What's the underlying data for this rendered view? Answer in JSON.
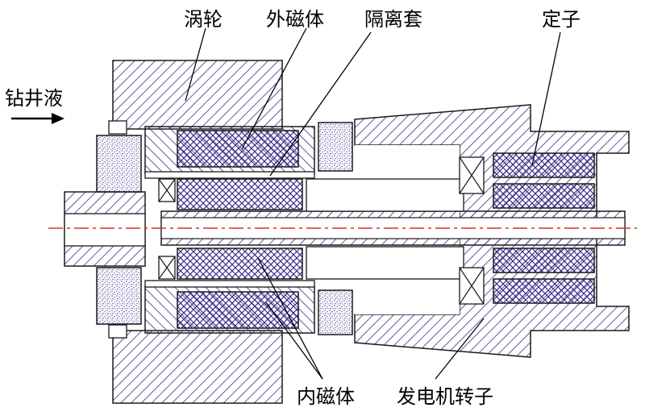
{
  "labels": {
    "turbine": "涡轮",
    "outer_magnet": "外磁体",
    "isolation_sleeve": "隔离套",
    "stator": "定子",
    "drilling_fluid": "钻井液",
    "inner_magnet": "内磁体",
    "generator_rotor": "发电机转子"
  },
  "colors": {
    "hatch": "#3a2f8a",
    "outline": "#1a1a1a",
    "axis": "#d9302b",
    "sand": "#5a4fa0"
  }
}
